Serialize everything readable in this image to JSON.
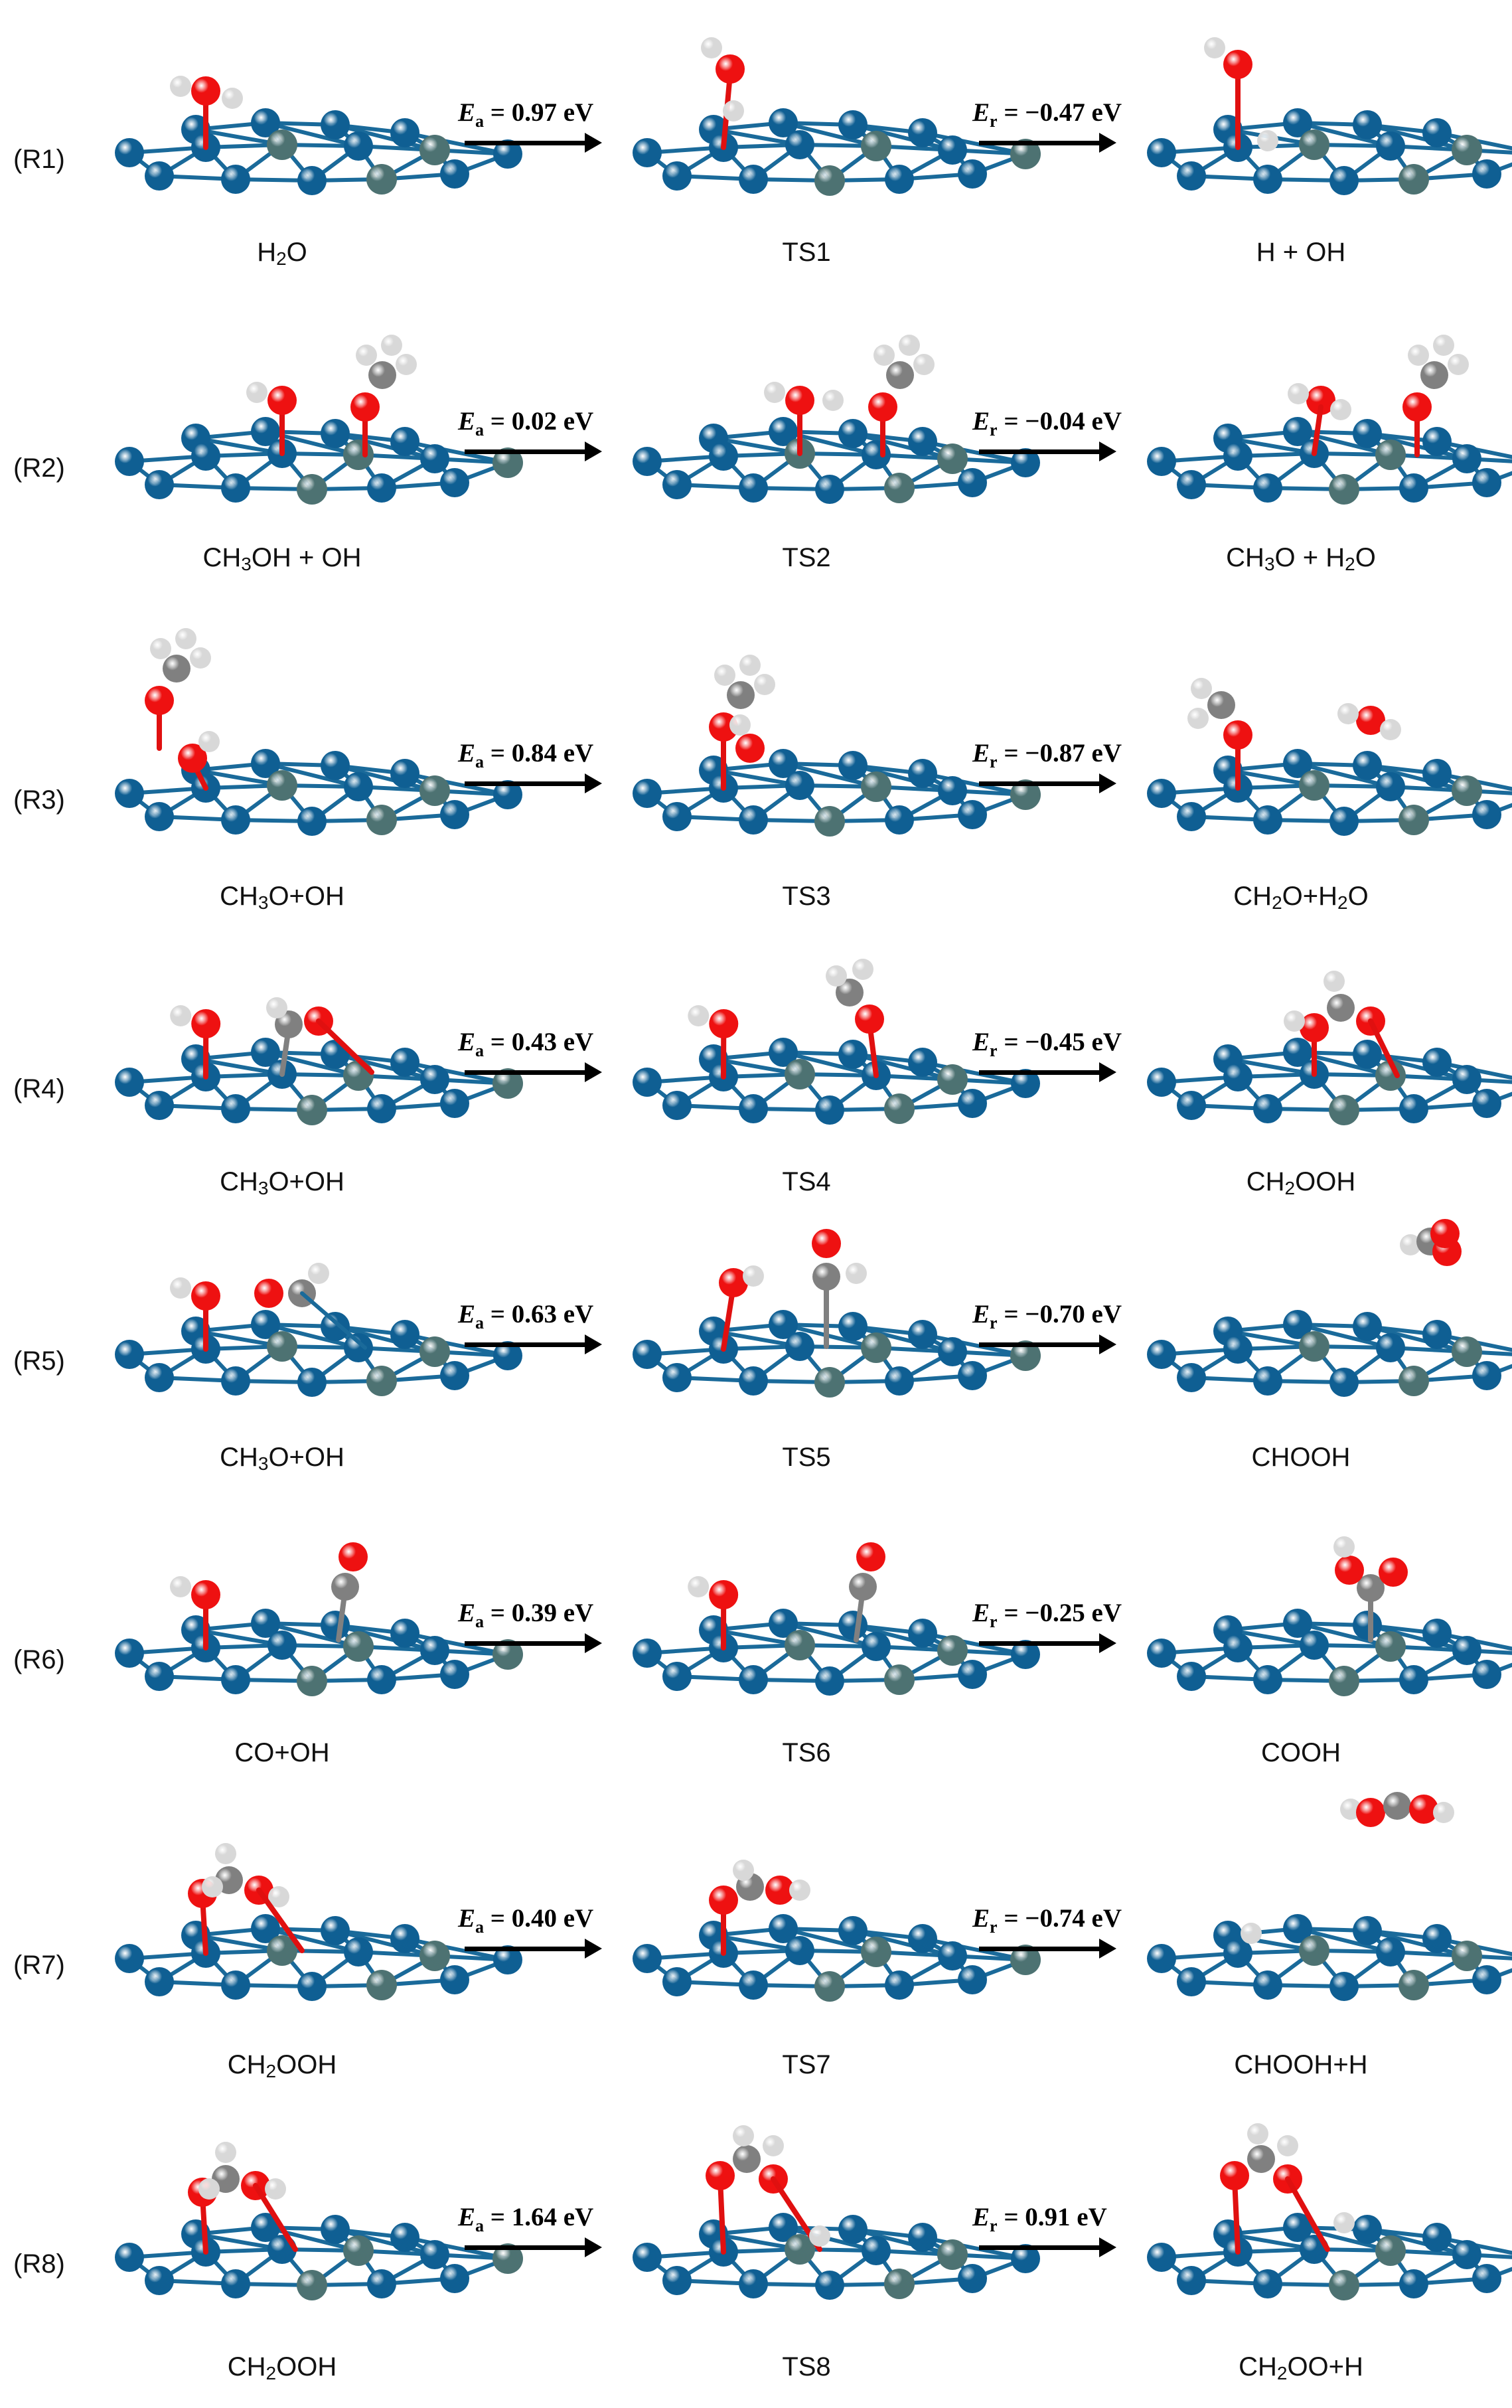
{
  "reactions": [
    {
      "label": "(R1)",
      "initial_parts": [
        "H",
        "2",
        "O",
        ""
      ],
      "ts": "TS1",
      "final_parts": [
        "H + OH"
      ],
      "ea_value": "= 0.97 eV",
      "er_value": "= −0.47 eV"
    },
    {
      "label": "(R2)",
      "initial_parts": [
        "CH",
        "3",
        "OH + OH"
      ],
      "ts": "TS2",
      "final_parts": [
        "CH",
        "3",
        "O + H",
        "2",
        "O"
      ],
      "ea_value": "= 0.02 eV",
      "er_value": "= −0.04 eV"
    },
    {
      "label": "(R3)",
      "initial_parts": [
        "CH",
        "3",
        "O+OH"
      ],
      "ts": "TS3",
      "final_parts": [
        "CH",
        "2",
        "O+H",
        "2",
        "O"
      ],
      "ea_value": "= 0.84 eV",
      "er_value": "= −0.87 eV"
    },
    {
      "label": "(R4)",
      "initial_parts": [
        "CH",
        "3",
        "O+OH"
      ],
      "ts": "TS4",
      "final_parts": [
        "CH",
        "2",
        "OOH"
      ],
      "ea_value": "= 0.43 eV",
      "er_value": "= −0.45 eV"
    },
    {
      "label": "(R5)",
      "initial_parts": [
        "CH",
        "3",
        "O+OH"
      ],
      "ts": "TS5",
      "final_parts": [
        "CHOOH"
      ],
      "ea_value": "= 0.63 eV",
      "er_value": "= −0.70 eV"
    },
    {
      "label": "(R6)",
      "initial_parts": [
        "CO+OH"
      ],
      "ts": "TS6",
      "final_parts": [
        "COOH"
      ],
      "ea_value": "= 0.39 eV",
      "er_value": "= −0.25 eV"
    },
    {
      "label": "(R7)",
      "initial_parts": [
        "CH",
        "2",
        "OOH"
      ],
      "ts": "TS7",
      "final_parts": [
        "CHOOH+H"
      ],
      "ea_value": "= 0.40 eV",
      "er_value": "= −0.74 eV"
    },
    {
      "label": "(R8)",
      "initial_parts": [
        "CH",
        "2",
        "OOH"
      ],
      "ts": "TS8",
      "final_parts": [
        "CH",
        "2",
        "OO+H"
      ],
      "ea_value": "= 1.64 eV",
      "er_value": "= 0.91 eV"
    }
  ],
  "symbols": {
    "ea_sym": "E",
    "ea_sub": "a",
    "er_sym": "E",
    "er_sub": "r"
  },
  "atom_colors": {
    "pt": "#0f5f93",
    "dopant": "#4d7272",
    "oxygen": "#ee1111",
    "carbon": "#808080",
    "hydrogen": "#f2f2f2",
    "bond_surface": "#1a6a9a"
  }
}
